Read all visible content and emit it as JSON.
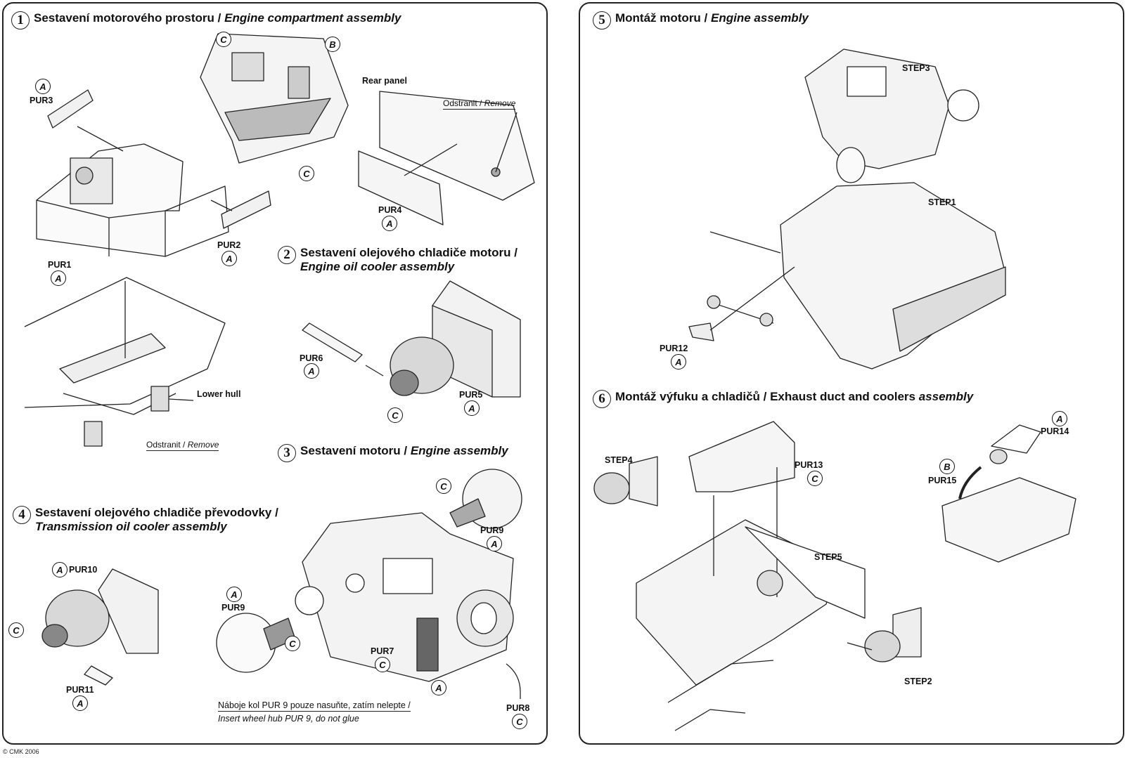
{
  "steps": [
    {
      "num": "1",
      "title": "Sestavení motorového prostoru / ",
      "title_it": "Engine compartment assembly"
    },
    {
      "num": "2",
      "title": "Sestavení olejového chladiče motoru /",
      "title_it": "Engine oil cooler assembly"
    },
    {
      "num": "3",
      "title": "Sestavení motoru / ",
      "title_it": "Engine assembly"
    },
    {
      "num": "4",
      "title": "Sestavení olejového chladiče převodovky /",
      "title_it": "Transmission oil cooler assembly"
    },
    {
      "num": "5",
      "title": "Montáž motoru / ",
      "title_it": "Engine assembly"
    },
    {
      "num": "6",
      "title": "Montáž výfuku a chladičů / Exhaust duct and coolers ",
      "title_it": "assembly"
    }
  ],
  "labels": {
    "pur3": "PUR3",
    "pur2": "PUR2",
    "pur1": "PUR1",
    "pur4": "PUR4",
    "rear_panel": "Rear panel",
    "remove1_cz": "Odstranit / ",
    "remove1_en": "Remove",
    "lower_hull": "Lower hull",
    "remove2_cz": "Odstranit / ",
    "remove2_en": "Remove",
    "pur6": "PUR6",
    "pur5": "PUR5",
    "pur9a": "PUR9",
    "pur9b": "PUR9",
    "pur7": "PUR7",
    "pur8": "PUR8",
    "pur10": "PUR10",
    "pur11": "PUR11",
    "note_cz": "Náboje kol PUR 9 pouze nasuňte, zatím nelepte /",
    "note_en": "Insert wheel hub PUR 9, do not glue",
    "step3": "STEP3",
    "step1": "STEP1",
    "pur12": "PUR12",
    "step4": "STEP4",
    "pur13": "PUR13",
    "step5": "STEP5",
    "pur14": "PUR14",
    "pur15": "PUR15",
    "step2": "STEP2"
  },
  "badges": {
    "a": "A",
    "b": "B",
    "c": "C"
  },
  "copyright": "© CMK 2006"
}
